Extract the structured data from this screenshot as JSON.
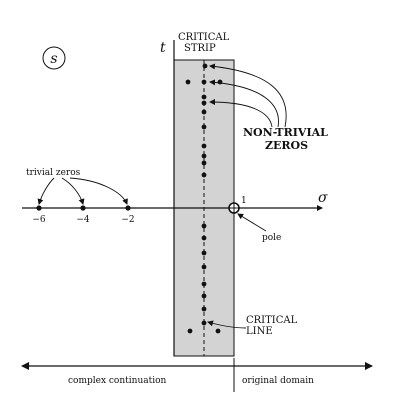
{
  "diagram": {
    "plane_symbol": "s",
    "axis_labels": {
      "horizontal": "σ",
      "vertical": "t"
    },
    "critical_strip": {
      "line1": "CRITICAL",
      "line2": "STRIP"
    },
    "nontrivial_zeros": {
      "line1": "NON-TRIVIAL",
      "line2": "ZEROS"
    },
    "trivial_zeros": {
      "label": "trivial zeros",
      "ticks": [
        "−6",
        "−4",
        "−2"
      ]
    },
    "pole": {
      "tick": "1",
      "label": "pole"
    },
    "critical_line": {
      "line1": "CRITICAL",
      "line2": "LINE"
    },
    "domains": {
      "left": "complex continuation",
      "right": "original domain"
    },
    "colors": {
      "strip_fill": "#d3d3d3",
      "ink": "#111111",
      "background": "#ffffff"
    }
  }
}
